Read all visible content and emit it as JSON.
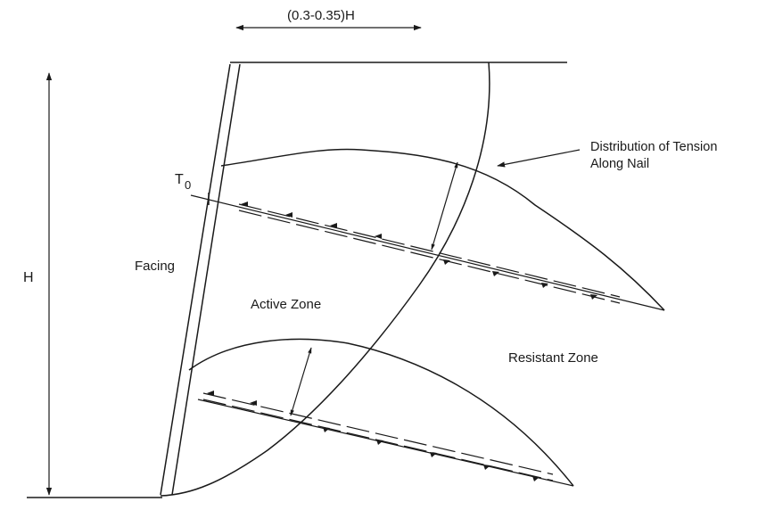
{
  "labels": {
    "dimension_top": "(0.3-0.35)H",
    "height": "H",
    "t0_main": "T",
    "t0_sub": "0",
    "facing": "Facing",
    "active_zone": "Active Zone",
    "resistant_zone": "Resistant Zone",
    "tension_line1": "Distribution of Tension",
    "tension_line2": "Along Nail"
  },
  "colors": {
    "ink": "#1a1a1a",
    "background": "#ffffff"
  }
}
